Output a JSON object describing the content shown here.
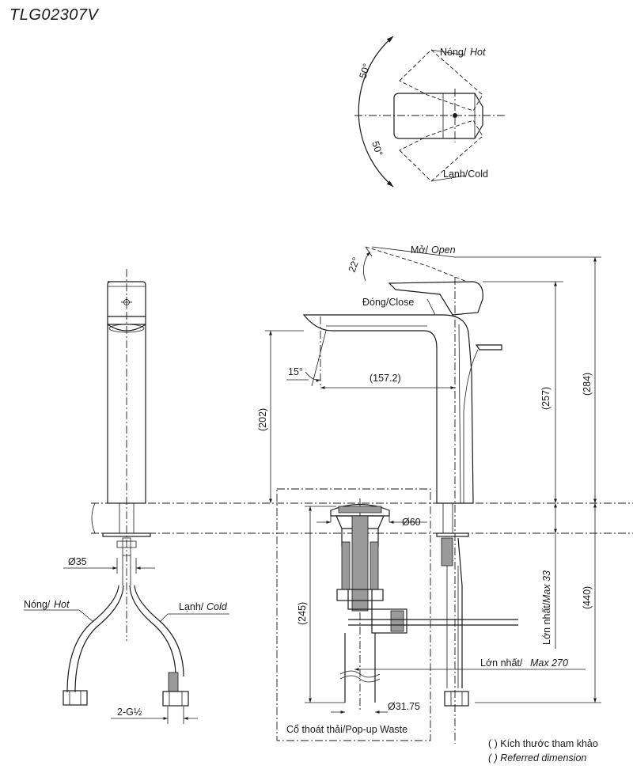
{
  "title": "TLG02307V",
  "handle_view": {
    "hot": "Nóng/",
    "hot_en": "Hot",
    "cold": "Lạnh/Cold",
    "angle_up": "50°",
    "angle_down": "50°"
  },
  "side_view": {
    "open": "Mở/",
    "open_en": "Open",
    "close": "Đóng/Close",
    "angle_lever": "22°",
    "angle_spout": "15°",
    "spout_reach": "(157.2)",
    "spout_height": "(202)",
    "lever_height": "(257)",
    "total_height": "(284)",
    "below_deck": "(440)",
    "max_33_vi": "Lớn nhất/",
    "max_33_en": "Max 33",
    "max_270_vi": "Lớn nhất/",
    "max_270_en": "Max 270"
  },
  "front_view": {
    "dia_35": "Ø35",
    "hot": "Nóng/",
    "hot_en": "Hot",
    "cold": "Lạnh/",
    "cold_en": "Cold",
    "thread": "2-G½"
  },
  "waste": {
    "dia_60": "Ø60",
    "height": "(245)",
    "dia_3175": "Ø31.75",
    "label": "Cổ thoát thải/Pop-up Waste"
  },
  "legend": {
    "vi": "( ) Kích thước tham khảo",
    "en": "( ) Referred dimension"
  }
}
